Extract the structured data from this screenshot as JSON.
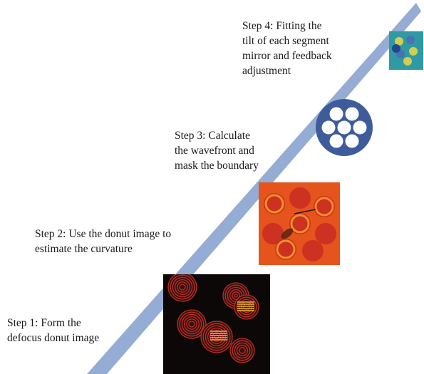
{
  "steps": [
    {
      "id": 1,
      "lines": [
        "Step 1: Form the",
        "defocus donut image"
      ],
      "image_icon": "defocus-donut-image"
    },
    {
      "id": 2,
      "lines": [
        "Step 2: Use the donut image to",
        "estimate the curvature"
      ],
      "image_icon": "curvature-map-image"
    },
    {
      "id": 3,
      "lines": [
        "Step 3: Calculate",
        "the wavefront and",
        "mask the boundary"
      ],
      "image_icon": "segment-mask-icon"
    },
    {
      "id": 4,
      "lines": [
        "Step 4: Fitting the",
        "tilt of each segment",
        "mirror and feedback",
        "adjustment"
      ],
      "image_icon": "wavefront-tilt-image"
    }
  ],
  "colors": {
    "arrow": "#8fa8d2",
    "step1_bg": "#0b0807",
    "step1_ring": "#c4332c",
    "step2_bg": "#e4541c",
    "step2_spot": "#c92c22",
    "step2_spot_light": "#f3a12c",
    "step3_disc": "#3e5c9b",
    "step4_bg": "#2f9aa1"
  }
}
